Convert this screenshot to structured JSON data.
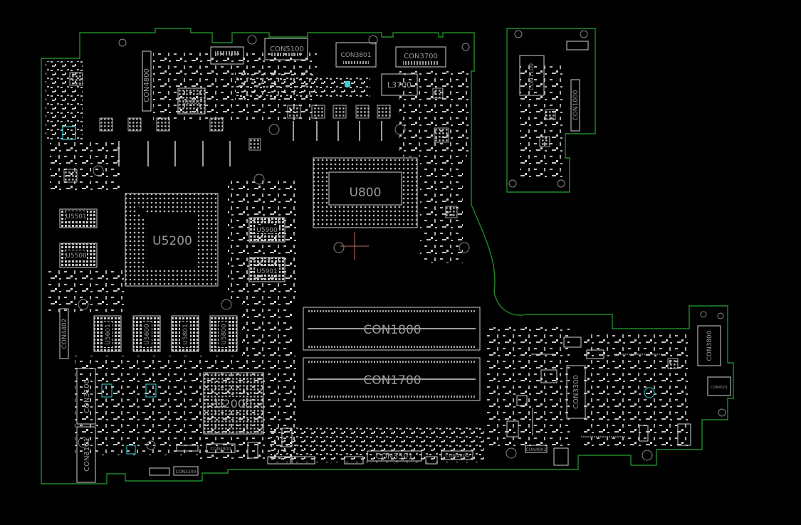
{
  "colors": {
    "background": "#000000",
    "outline": "#1f8a2a",
    "silk": "#cfcfcf",
    "label": "#9a9a9a",
    "pad_cyan": "#3ad0d8",
    "cursor": "#c06a6a"
  },
  "labels": {
    "con4800": "CON4800",
    "u2801": "U2801",
    "con5100": "CON5100",
    "con3801": "CON3801",
    "con3700": "CON3700",
    "l3700": "L3700",
    "con1100": "CON1100",
    "con1000": "CON1000",
    "u800": "U800",
    "u5200": "U5200",
    "u5501": "U5501",
    "u5500": "U5500",
    "u5900": "U5900",
    "u5901": "U5901",
    "con4402": "CON4402",
    "u5601": "U5601",
    "u5600": "U5600",
    "u5801": "U5801",
    "u5800": "U5800",
    "con1800": "CON1800",
    "con1700": "CON1700",
    "con3100": "CON3100",
    "con3101": "CON3101",
    "u2000": "U2000",
    "con4900": "CON4900",
    "con3200": "CON3200",
    "con3501": "CON3501",
    "con4804": "CON4804",
    "con4902": "CON4902",
    "con3300": "CON3300",
    "con3800": "CON3800",
    "con4101": "CON4101"
  }
}
